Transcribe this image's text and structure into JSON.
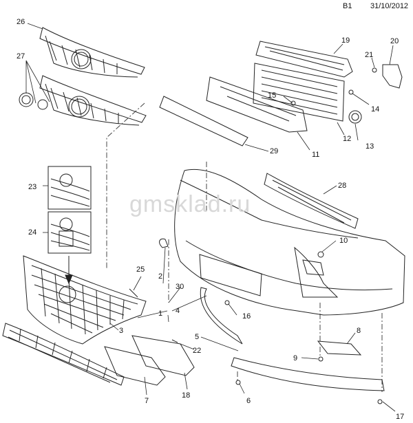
{
  "header": {
    "sheet": "B1",
    "date": "31/10/2012"
  },
  "watermark": "gmsklad.ru",
  "callouts": {
    "c1": "1",
    "c2": "2",
    "c3": "3",
    "c4": "4",
    "c5": "5",
    "c6": "6",
    "c7": "7",
    "c8": "8",
    "c9": "9",
    "c10": "10",
    "c11": "11",
    "c12": "12",
    "c13": "13",
    "c14": "14",
    "c15": "15",
    "c16": "16",
    "c17": "17",
    "c18": "18",
    "c19": "19",
    "c20": "20",
    "c21": "21",
    "c22": "22",
    "c23": "23",
    "c24": "24",
    "c25": "25",
    "c26": "26",
    "c27": "27",
    "c28": "28",
    "c29": "29",
    "c30": "30"
  },
  "colors": {
    "line": "#222222",
    "watermark": "#d8d8d8",
    "background": "#ffffff"
  }
}
